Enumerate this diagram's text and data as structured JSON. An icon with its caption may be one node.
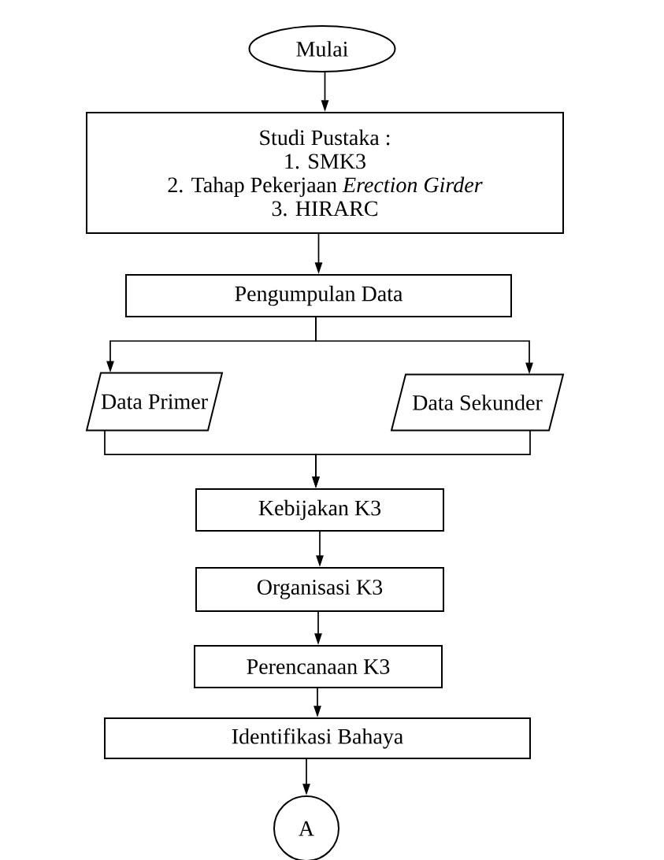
{
  "diagram": {
    "nodes": [
      {
        "text": [
          "Mulai"
        ]
      },
      {
        "text": [
          "Studi Pustaka :",
          "1. SMK3",
          "2. Tahap Pekerjaan *Erection Girder*",
          "3. HIRARC"
        ]
      },
      {
        "text": [
          "Pengumpulan Data"
        ]
      },
      {
        "text": [
          "Data Primer"
        ]
      },
      {
        "text": [
          "Data Sekunder"
        ]
      },
      {
        "text": [
          "Kebijakan K3"
        ]
      },
      {
        "text": [
          "Organisasi K3"
        ]
      },
      {
        "text": [
          "Perencanaan K3"
        ]
      },
      {
        "text": [
          "Identifikasi Bahaya"
        ]
      },
      {
        "text": [
          "A"
        ]
      }
    ],
    "edges": [
      {
        "from": 0,
        "to": 1,
        "arrow": "to"
      },
      {
        "from": 1,
        "to": 2,
        "arrow": "to"
      },
      {
        "from": 2,
        "to": 3,
        "arrow": "to"
      },
      {
        "from": 2,
        "to": 4,
        "arrow": "to"
      },
      {
        "from": 3,
        "to": 5,
        "arrow": "to"
      },
      {
        "from": 4,
        "to": 5,
        "arrow": "to"
      },
      {
        "from": 5,
        "to": 6,
        "arrow": "to"
      },
      {
        "from": 6,
        "to": 7,
        "arrow": "to"
      },
      {
        "from": 7,
        "to": 8,
        "arrow": "to"
      },
      {
        "from": 8,
        "to": 9,
        "arrow": "to"
      }
    ]
  }
}
